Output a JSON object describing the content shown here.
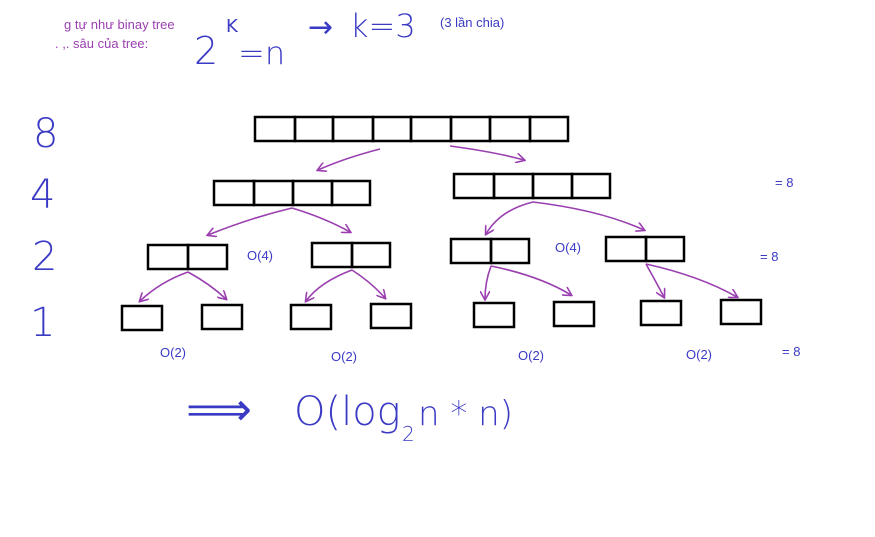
{
  "header": {
    "note_line1": "g tự như binay tree",
    "note_line2": ". ,. sâu của tree:",
    "equation_base": "2",
    "equation_exp": "K",
    "equation_rhs": "=n",
    "arrow": "→",
    "k_value": "k=3",
    "divisions": "(3 lần chia)"
  },
  "levels": [
    "8",
    "4",
    "2",
    "1"
  ],
  "complexities": {
    "level2_left": "O(4)",
    "level2_right": "O(4)",
    "leaf": [
      "O(2)",
      "O(2)",
      "O(2)",
      "O(2)"
    ]
  },
  "sums": [
    "= 8",
    "= 8",
    "= 8"
  ],
  "conclusion": {
    "implies": "⟹",
    "prefix": "O(log",
    "subscript": "2",
    "suffix": "n * n)"
  },
  "colors": {
    "blue": "#3a3ac4",
    "purple": "#9a3fb0",
    "box": "#000000"
  }
}
